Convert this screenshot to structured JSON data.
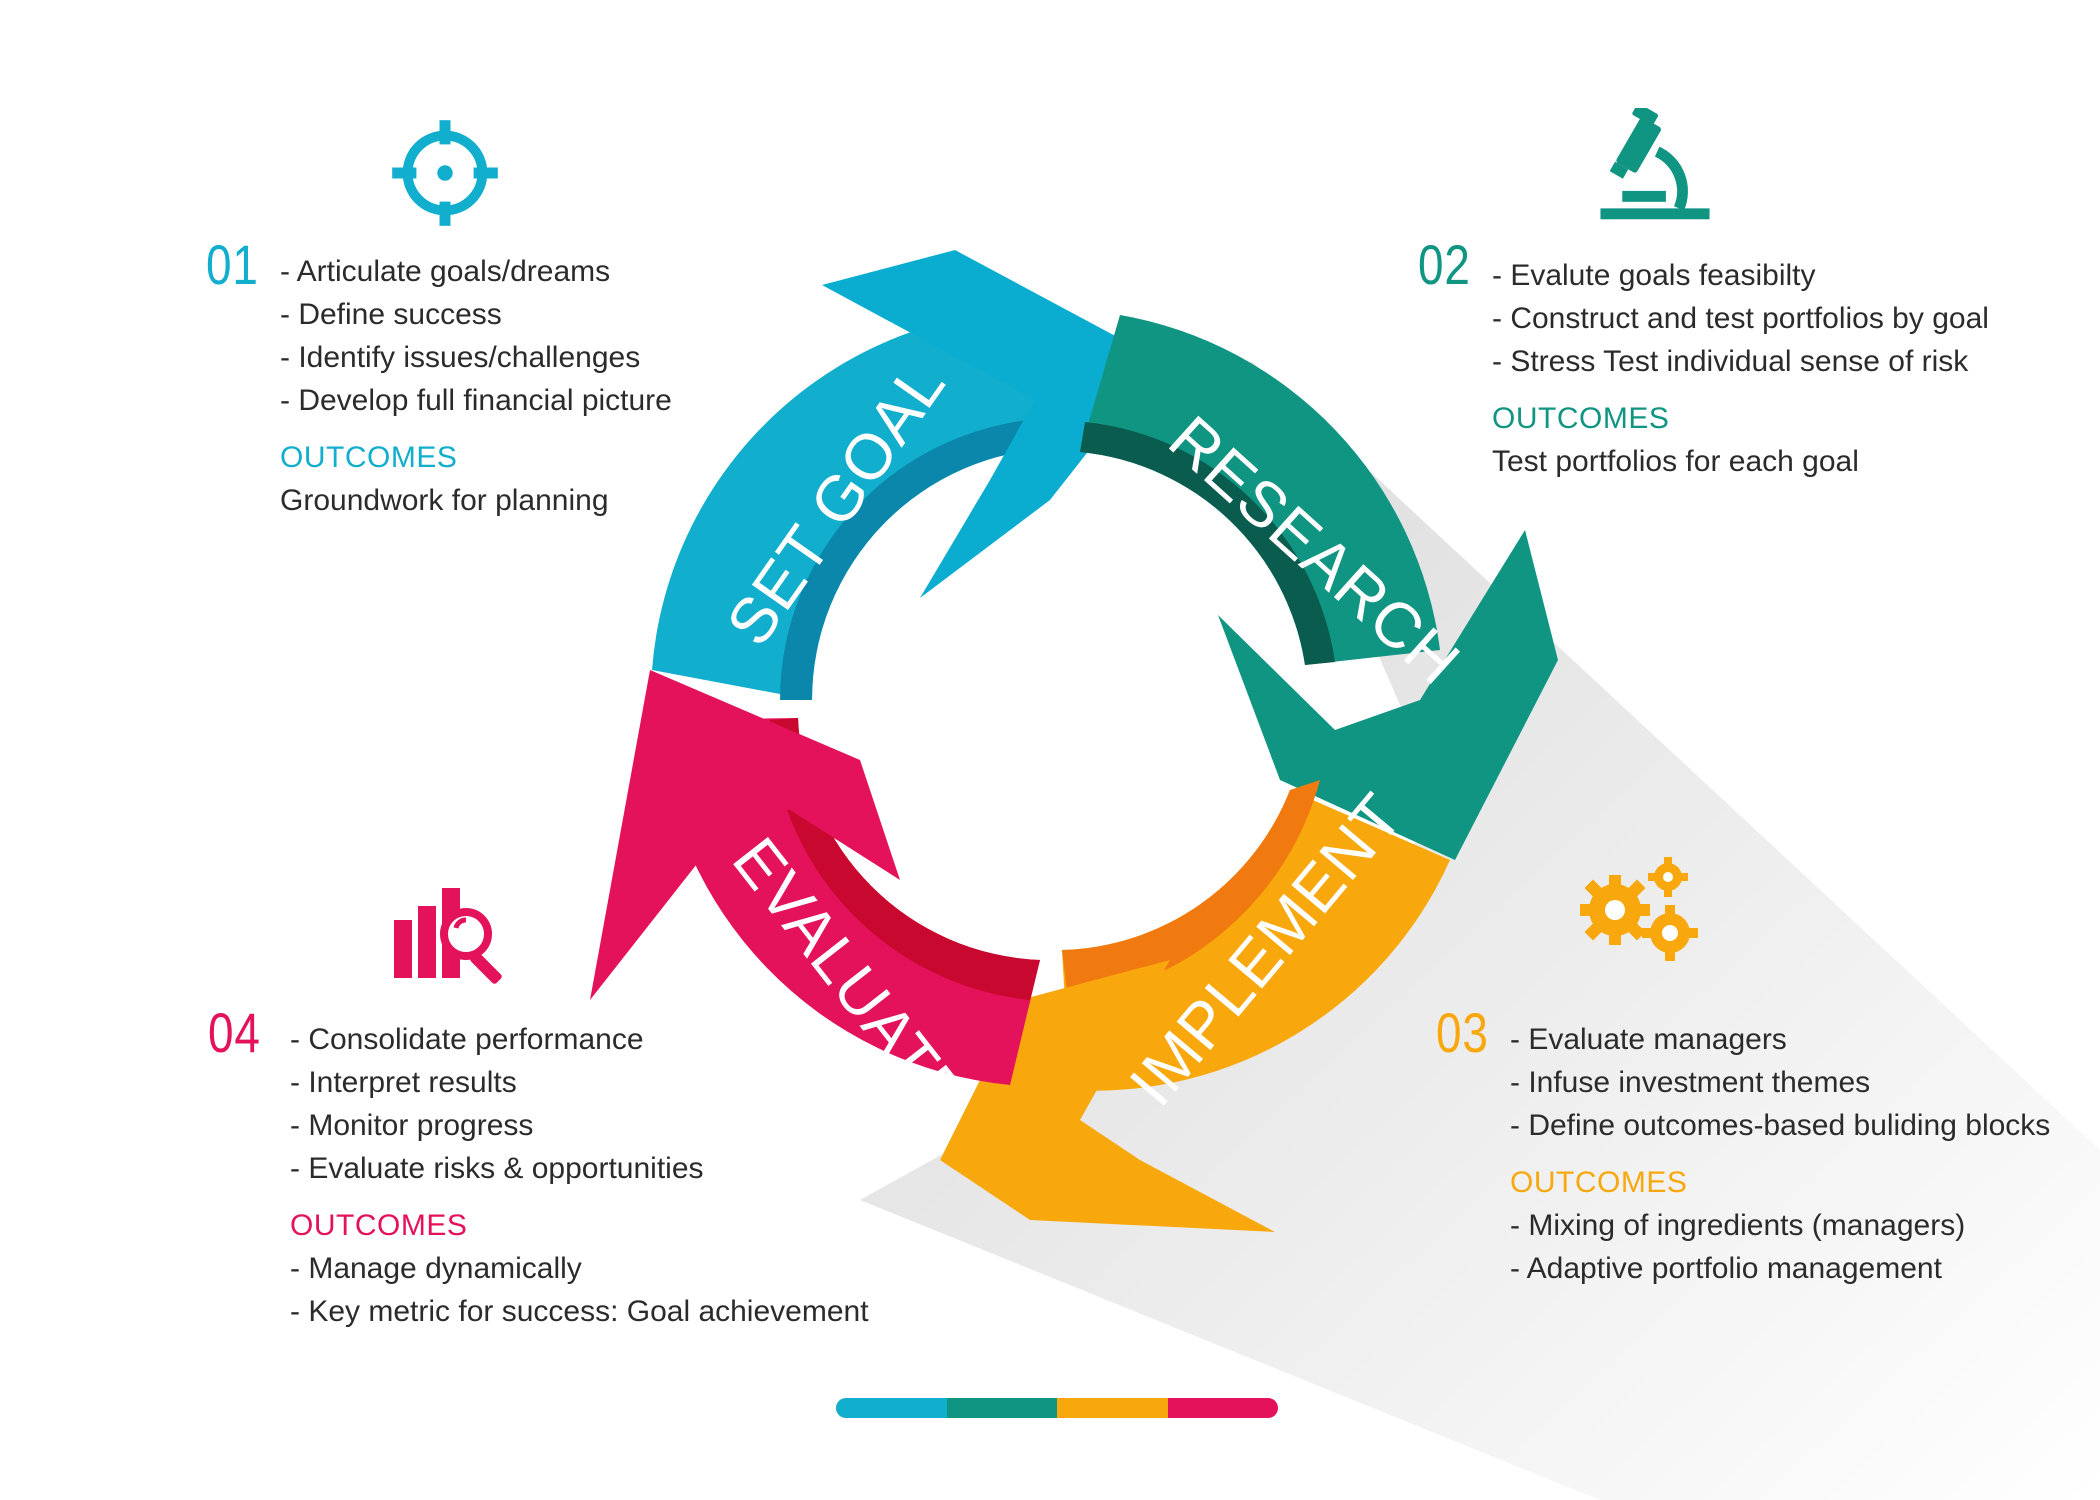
{
  "colors": {
    "set_goal": "#11aecd",
    "research": "#119583",
    "implement": "#f8a80c",
    "evaluate": "#e3125b"
  },
  "cycle": {
    "set_goal_label": "SET GOAL",
    "research_label": "RESEARCH",
    "implement_label": "IMPLEMENT",
    "evaluate_label": "EVALUATE"
  },
  "steps": [
    {
      "number": "01",
      "icon": "target-icon",
      "items": [
        "- Articulate goals/dreams",
        "- Define success",
        "- Identify issues/challenges",
        "- Develop full financial picture"
      ],
      "outcomes_heading": "OUTCOMES",
      "outcomes": [
        "Groundwork for planning"
      ]
    },
    {
      "number": "02",
      "icon": "microscope-icon",
      "items": [
        "- Evalute goals feasibilty",
        "- Construct and test portfolios by goal",
        "- Stress Test individual sense of risk"
      ],
      "outcomes_heading": "OUTCOMES",
      "outcomes": [
        "Test portfolios for each goal"
      ]
    },
    {
      "number": "03",
      "icon": "gears-icon",
      "items": [
        "- Evaluate managers",
        "- Infuse investment themes",
        "- Define outcomes-based buliding blocks"
      ],
      "outcomes_heading": "OUTCOMES",
      "outcomes": [
        "- Mixing of ingredients (managers)",
        "- Adaptive portfolio management"
      ]
    },
    {
      "number": "04",
      "icon": "chart-magnifier-icon",
      "items": [
        "- Consolidate performance",
        "- Interpret results",
        "- Monitor progress",
        "- Evaluate risks & opportunities"
      ],
      "outcomes_heading": "OUTCOMES",
      "outcomes": [
        "- Manage dynamically",
        "- Key metric for success: Goal achievement"
      ]
    }
  ]
}
